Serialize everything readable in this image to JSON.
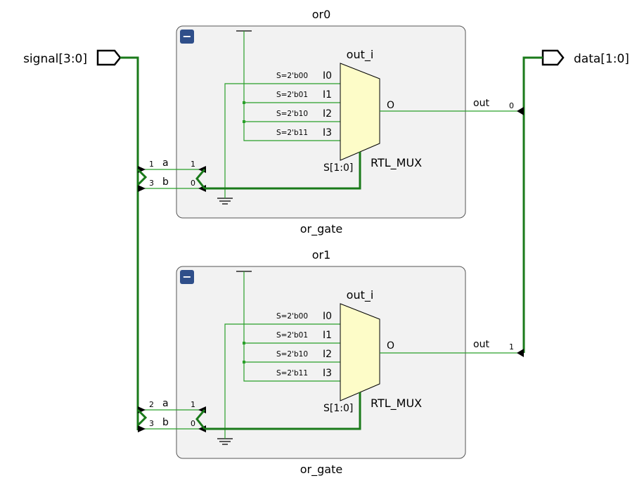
{
  "ports": {
    "input": "signal[3:0]",
    "output": "data[1:0]"
  },
  "instances": [
    {
      "name": "or0",
      "module": "or_gate",
      "collapse_symbol": "−",
      "mux": {
        "name": "out_i",
        "type": "RTL_MUX",
        "inputs": [
          "I0",
          "I1",
          "I2",
          "I3"
        ],
        "selects": [
          "S=2'b00",
          "S=2'b01",
          "S=2'b10",
          "S=2'b11"
        ],
        "output": "O",
        "sel_pin": "S[1:0]"
      },
      "pins": [
        {
          "outer": "1",
          "name": "a",
          "inner": "1"
        },
        {
          "outer": "3",
          "name": "b",
          "inner": "0"
        }
      ],
      "out_pin": "out",
      "out_index": "0"
    },
    {
      "name": "or1",
      "module": "or_gate",
      "collapse_symbol": "−",
      "mux": {
        "name": "out_i",
        "type": "RTL_MUX",
        "inputs": [
          "I0",
          "I1",
          "I2",
          "I3"
        ],
        "selects": [
          "S=2'b00",
          "S=2'b01",
          "S=2'b10",
          "S=2'b11"
        ],
        "output": "O",
        "sel_pin": "S[1:0]"
      },
      "pins": [
        {
          "outer": "2",
          "name": "a",
          "inner": "1"
        },
        {
          "outer": "3",
          "name": "b",
          "inner": "0"
        }
      ],
      "out_pin": "out",
      "out_index": "1"
    }
  ],
  "colors": {
    "wire": "#2aa02a",
    "bus": "#1a7a1a",
    "block_fill": "#f2f2f2",
    "block_border": "#555555",
    "mux_fill": "#fdfcc8",
    "collapse_button": "#2f4f8a"
  }
}
